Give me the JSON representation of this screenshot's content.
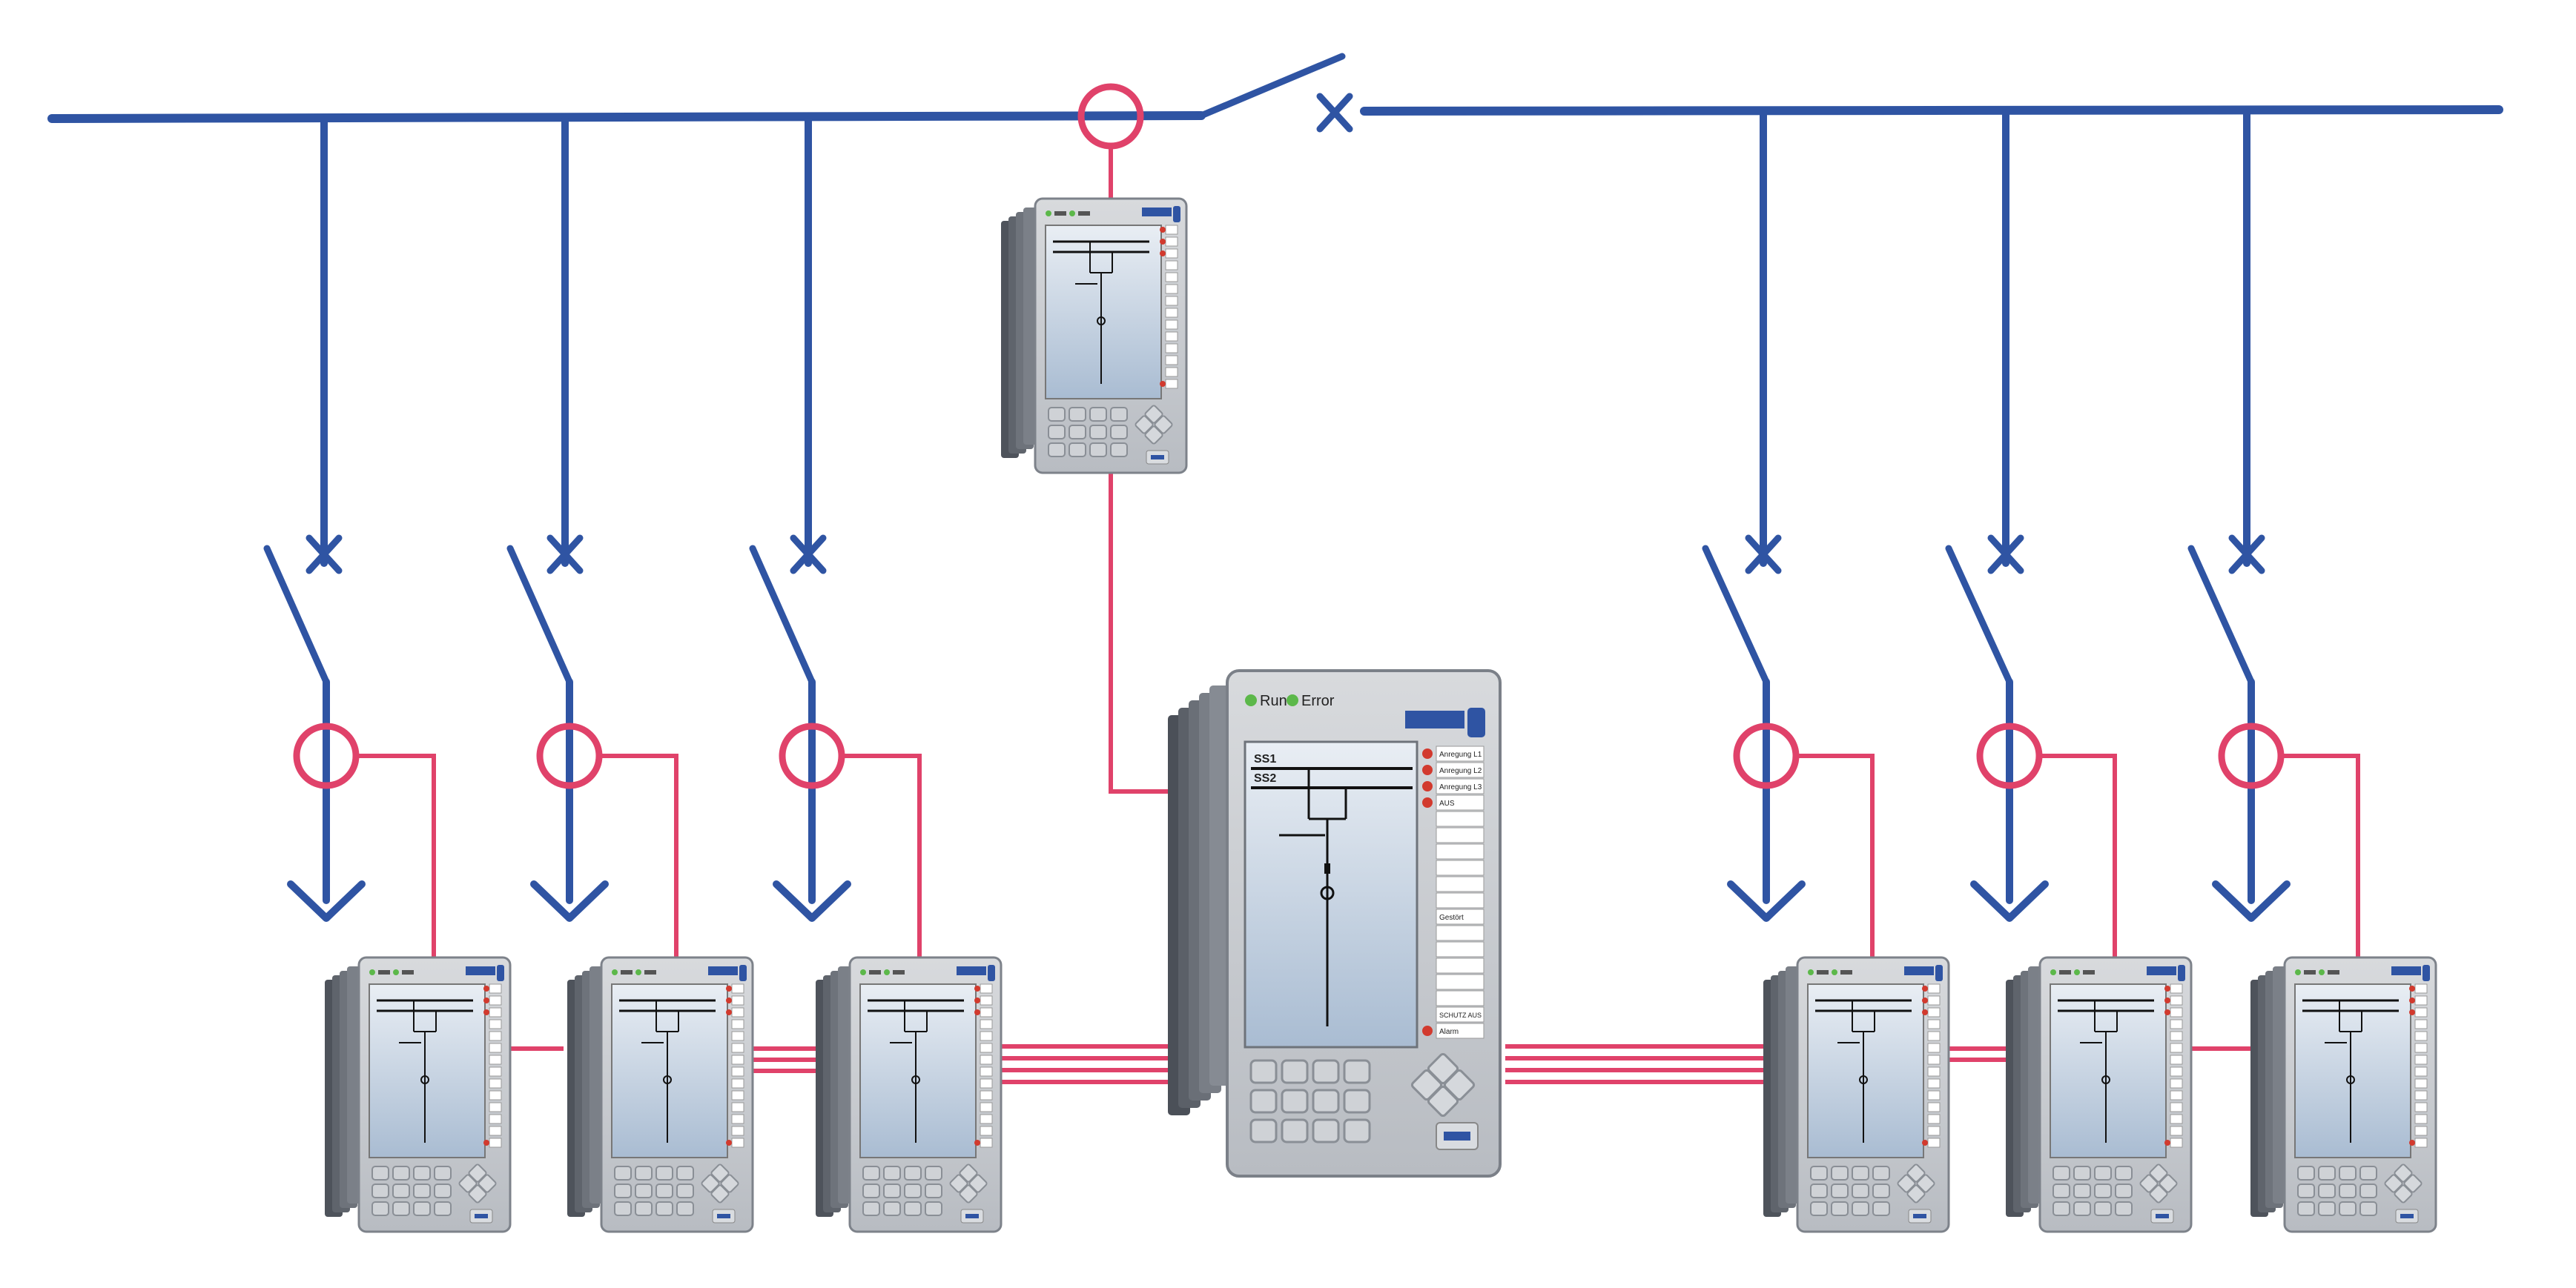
{
  "diagram": {
    "colors": {
      "busbar": "#2f54a3",
      "cable": "#e0426a",
      "device_body": "#8f949c",
      "device_face": "#c9ccd1",
      "screen": "#b9c9db",
      "led_red": "#d23a2e",
      "led_green": "#5cb84a"
    },
    "main_device": {
      "status_run": "Run",
      "status_err": "Error",
      "bus1": "SS1",
      "bus2": "SS2",
      "led_labels": [
        "Anregung L1",
        "Anregung L2",
        "Anregung L3",
        "AUS",
        "",
        "",
        "",
        "",
        "",
        "",
        "Gestört",
        "",
        "",
        "",
        "",
        "",
        "SCHUTZ AUS",
        "Alarm"
      ]
    },
    "icons": {
      "circuit_breaker_open": "cross-symbol",
      "disconnector": "switch-blade",
      "current_transformer": "ring",
      "feeder_arrow": "arrow-down",
      "usb_port": "usb-icon",
      "logo": "vendor-logo"
    }
  }
}
